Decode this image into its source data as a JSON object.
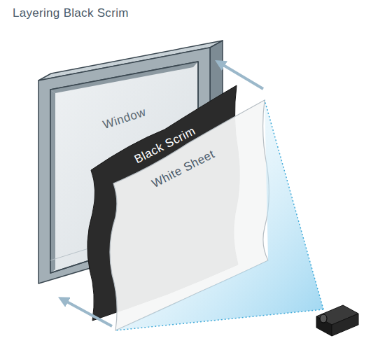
{
  "diagram": {
    "title": "Layering Black Scrim",
    "labels": [
      "Window",
      "Black Scrim",
      "White Sheet"
    ]
  }
}
